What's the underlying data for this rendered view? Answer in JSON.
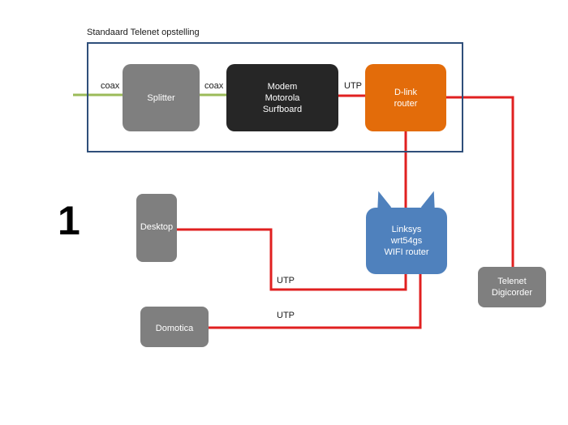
{
  "title": "Standaard Telenet opstelling",
  "page_number": "1",
  "colors": {
    "coax_line": "#9bbb59",
    "utp_line": "#e02020",
    "box_border": "#2f4f7a",
    "splitter": "#7f7f7f",
    "modem": "#262626",
    "dlink": "#e36c0a",
    "linksys": "#4f81bd",
    "device_gray": "#7f7f7f"
  },
  "nodes": {
    "splitter": "Splitter",
    "modem": "Modem\nMotorola\nSurfboard",
    "dlink": "D-link\nrouter",
    "linksys": "Linksys\nwrt54gs\nWIFI router",
    "desktop": "Desktop",
    "domotica": "Domotica",
    "digicorder": "Telenet\nDigicorder"
  },
  "edge_labels": {
    "coax_in": "coax",
    "coax_splitter_modem": "coax",
    "utp_modem_dlink": "UTP",
    "utp_desktop": "UTP",
    "utp_domotica": "UTP"
  }
}
